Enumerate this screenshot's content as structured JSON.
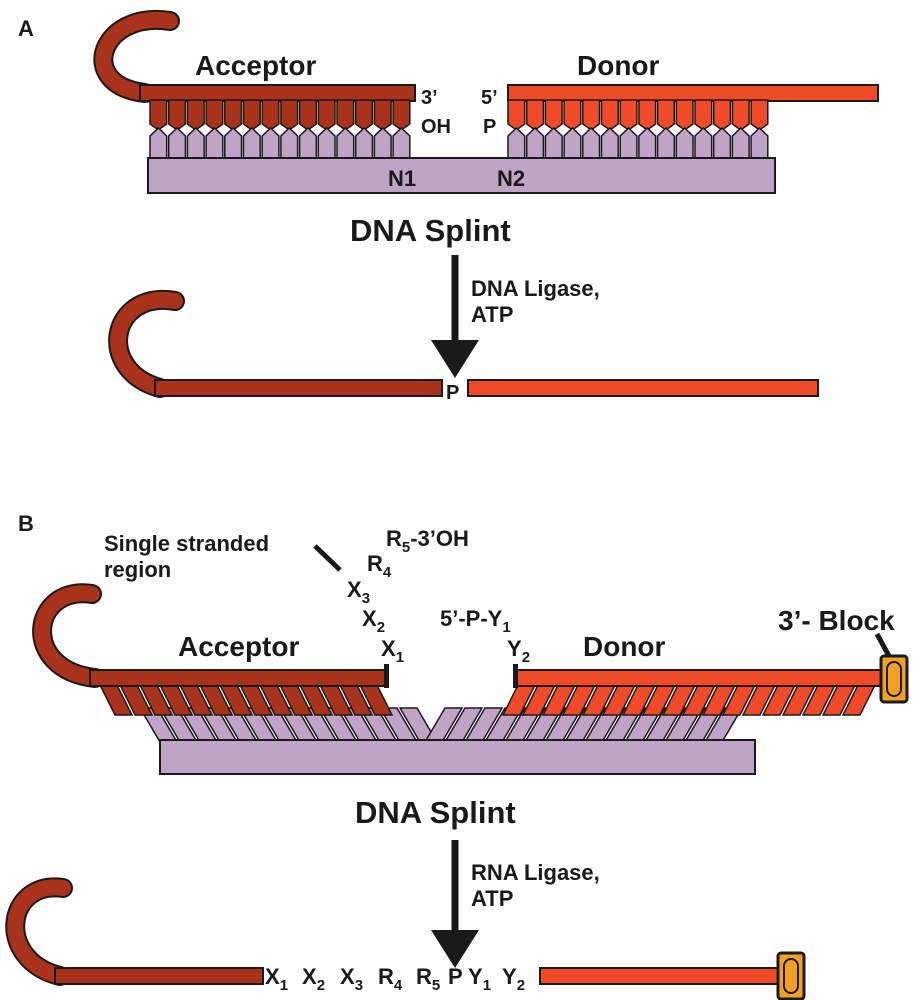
{
  "panel_a": {
    "label": "A",
    "acceptor": "Acceptor",
    "donor": "Donor",
    "three_prime": "3’",
    "oh": "OH",
    "five_prime": "5’",
    "p": "P",
    "n1": "N1",
    "n2": "N2",
    "splint": "DNA Splint",
    "enzyme_line1": "DNA Ligase,",
    "enzyme_line2": "ATP",
    "product_p": "P"
  },
  "panel_b": {
    "label": "B",
    "single_stranded_line1": "Single stranded",
    "single_stranded_line2": "region",
    "r5_base": "R",
    "r5_sub": "5",
    "r5_tail": "-3’OH",
    "r4_base": "R",
    "r4_sub": "4",
    "x3_base": "X",
    "x3_sub": "3",
    "x2_base": "X",
    "x2_sub": "2",
    "x1_base": "X",
    "x1_sub": "1",
    "donor_end_prefix": "5’-P-Y",
    "donor_end_sub": "1",
    "y2_base": "Y",
    "y2_sub": "2",
    "acceptor": "Acceptor",
    "donor": "Donor",
    "block": "3’- Block",
    "splint": "DNA Splint",
    "enzyme_line1": "RNA Ligase,",
    "enzyme_line2": "ATP",
    "product": [
      {
        "base": "X",
        "sub": "1"
      },
      {
        "base": "X",
        "sub": "2"
      },
      {
        "base": "X",
        "sub": "3"
      },
      {
        "base": "R",
        "sub": "4"
      },
      {
        "base": "R",
        "sub": "5"
      },
      {
        "base": "P",
        "sub": ""
      },
      {
        "base": "Y",
        "sub": "1"
      },
      {
        "base": "Y",
        "sub": "2"
      }
    ]
  },
  "colors": {
    "acceptor": "#a8321c",
    "donor": "#f04a28",
    "splint": "#c0a4c8",
    "block": "#f2a024",
    "outline": "#1a1a1a"
  }
}
